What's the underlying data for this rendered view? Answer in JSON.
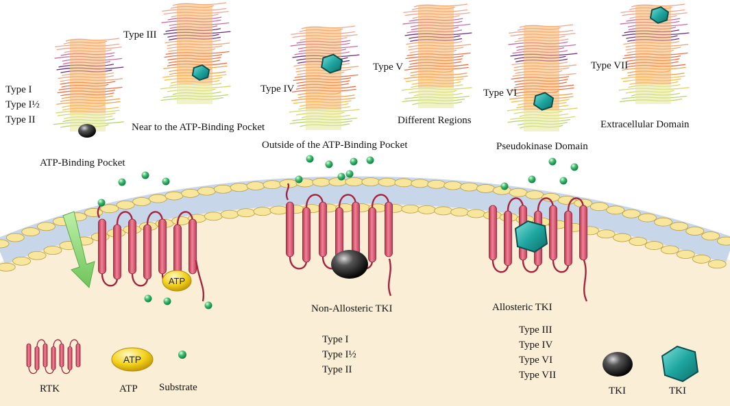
{
  "top_labels": {
    "type_i": "Type I",
    "type_i_half": "Type I½",
    "type_ii": "Type II",
    "type_iii": "Type III",
    "type_iv": "Type IV",
    "type_v": "Type V",
    "type_vi": "Type VI",
    "type_vii": "Type VII",
    "atp_pocket": "ATP-Binding  Pocket",
    "near_pocket": "Near to the ATP-Binding Pocket",
    "outside_pocket": "Outside of the ATP-Binding  Pocket",
    "different_regions": "Different Regions",
    "pseudokinase": "Pseudokinase Domain",
    "extracellular": "Extracellular Domain"
  },
  "membrane": {
    "non_allosteric": "Non-Allosteric TKI",
    "allosteric": "Allosteric TKI",
    "atp_badge": "ATP"
  },
  "types_list_left": [
    "Type I",
    "Type I½",
    "Type II"
  ],
  "types_list_right": [
    "Type III",
    "Type IV",
    "Type VI",
    "Type VII"
  ],
  "legend": {
    "rtk": "RTK",
    "atp": "ATP",
    "atp_badge": "ATP",
    "substrate": "Substrate",
    "tki_black": "TKI",
    "tki_hex": "TKI"
  },
  "colors": {
    "cytoplasm": "#fbeed6",
    "helix": "#e0637a",
    "helix_dark": "#a3243f",
    "lipid_head": "#f7e69c",
    "tail": "#9bb3d6",
    "substrate": "#2fae6c",
    "tki_hex": "#1fa6a0",
    "atp": "#f3d21a",
    "arrow": "#8fd17a"
  }
}
